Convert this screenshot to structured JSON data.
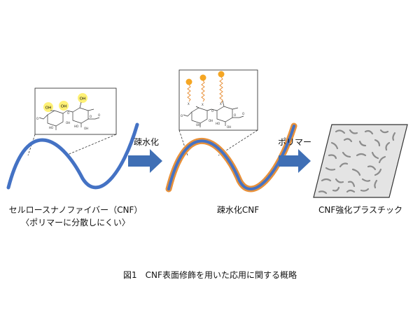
{
  "colors": {
    "fiber_blue": "#4472C4",
    "hydrophobic_orange": "#E8913A",
    "arrow_blue": "#3F6FB5",
    "oh_highlight": "#FFF176",
    "head_orange": "#F5A623",
    "plastic_bg": "#E4E4E4",
    "plastic_fiber": "#8C8C8C"
  },
  "stage1": {
    "oh_labels": [
      "OH",
      "OH",
      "OH"
    ],
    "name": "セルロースナノファイバー（CNF）",
    "note": "〈ポリマーに分散しにくい〉"
  },
  "arrow1": {
    "label": "疎水化"
  },
  "stage2": {
    "name": "疎水化CNF"
  },
  "arrow2": {
    "label": "ポリマー"
  },
  "stage3": {
    "name": "CNF強化プラスチック"
  },
  "caption": "図1　CNF表面修飾を用いた応用に関する概略",
  "icons": [
    "glucose-structure-icon",
    "arrow-right-icon",
    "fiber-curve-icon",
    "composite-plastic-icon"
  ]
}
